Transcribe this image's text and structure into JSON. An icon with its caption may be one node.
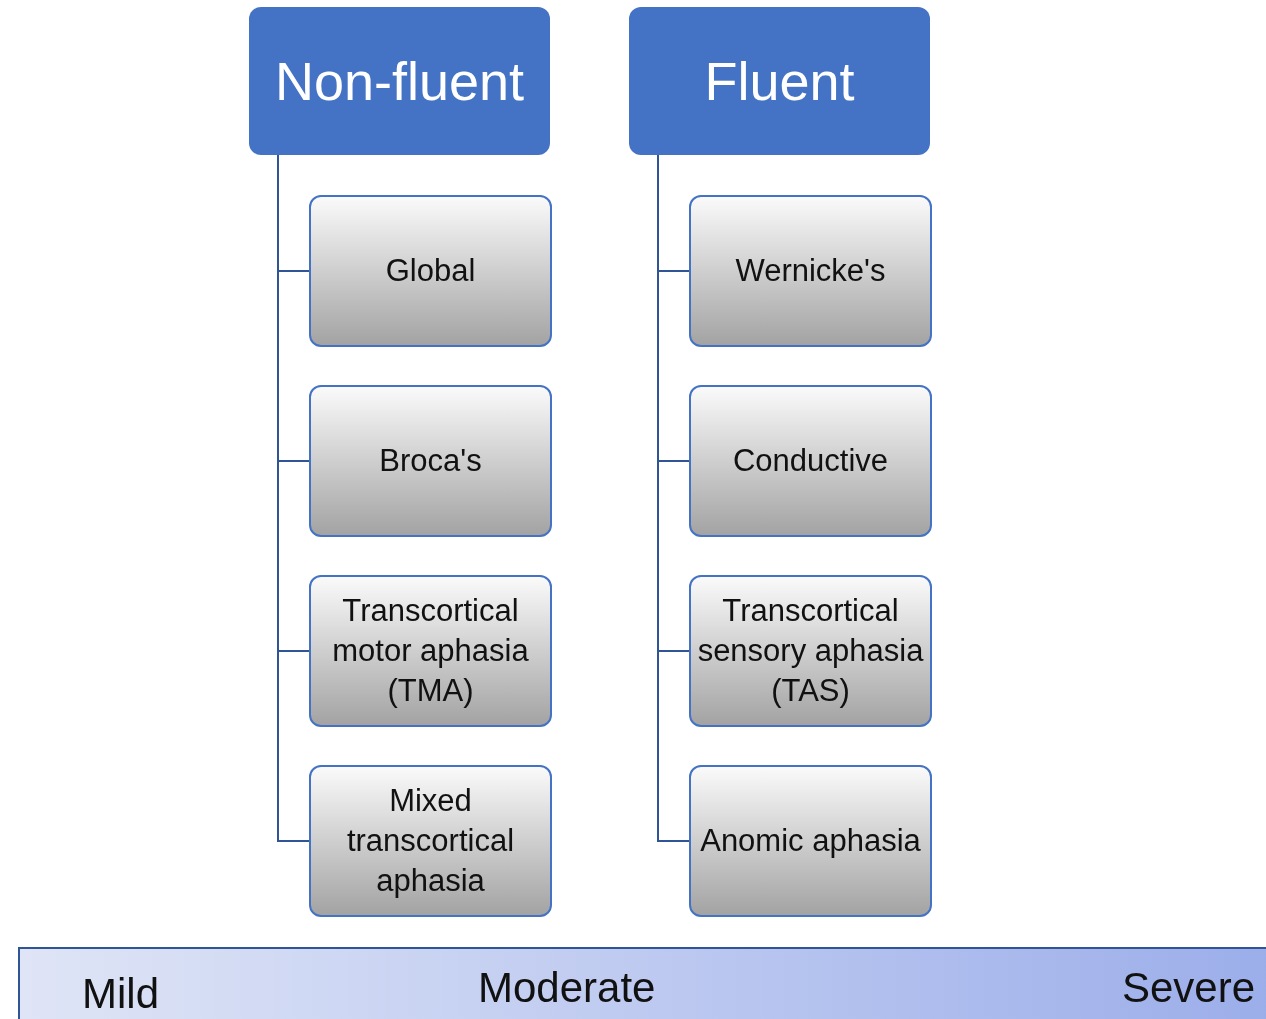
{
  "diagram": {
    "nodes": [
      {
        "text": [
          "Non-fluent"
        ]
      },
      {
        "text": [
          "Global"
        ]
      },
      {
        "text": [
          "Broca's"
        ]
      },
      {
        "text": [
          "Transcortical motor aphasia (TMA)"
        ]
      },
      {
        "text": [
          "Mixed transcortical aphasia"
        ]
      },
      {
        "text": [
          "Fluent"
        ]
      },
      {
        "text": [
          "Wernicke's"
        ]
      },
      {
        "text": [
          "Conductive"
        ]
      },
      {
        "text": [
          "Transcortical sensory aphasia (TAS)"
        ]
      },
      {
        "text": [
          "Anomic aphasia"
        ]
      },
      {
        "text": [
          "Mild",
          "Moderate",
          "Severe"
        ]
      }
    ],
    "edges": [
      {
        "from": 0,
        "to": 1,
        "arrow": "none"
      },
      {
        "from": 0,
        "to": 2,
        "arrow": "none"
      },
      {
        "from": 0,
        "to": 3,
        "arrow": "none"
      },
      {
        "from": 0,
        "to": 4,
        "arrow": "none"
      },
      {
        "from": 5,
        "to": 6,
        "arrow": "none"
      },
      {
        "from": 5,
        "to": 7,
        "arrow": "none"
      },
      {
        "from": 5,
        "to": 8,
        "arrow": "none"
      },
      {
        "from": 5,
        "to": 9,
        "arrow": "none"
      }
    ]
  }
}
